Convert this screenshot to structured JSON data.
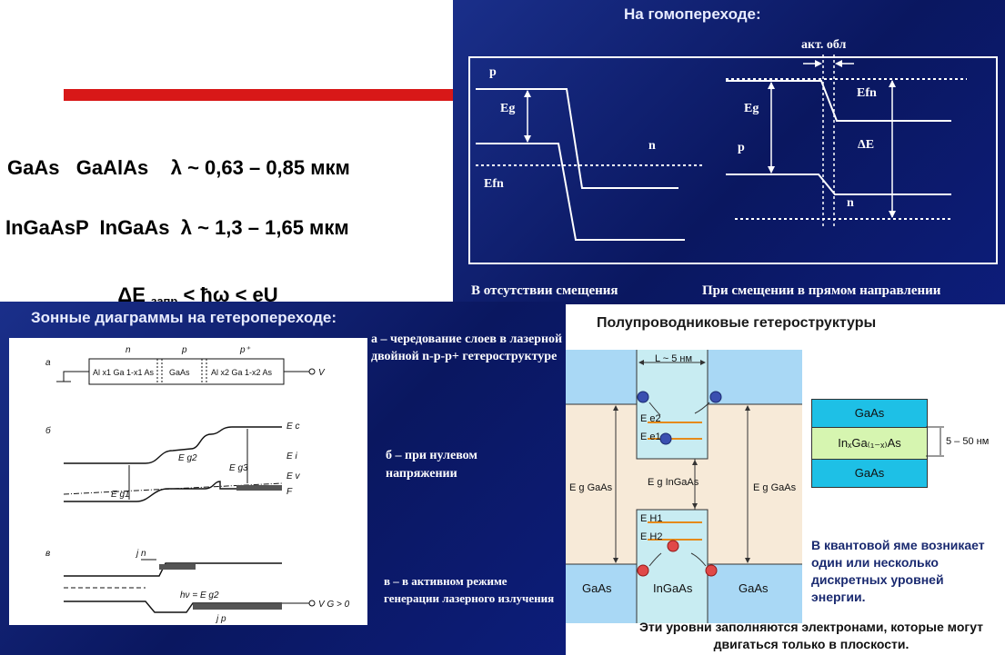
{
  "left_text": {
    "line1": "GaAs   GaAlAs    λ ~ 0,63 – 0,85 мкм",
    "line2": "InGaAsP  InGaAs  λ ~ 1,3 – 1,65 мкм",
    "line3_main": "ΔE ",
    "line3_sub": "запр",
    "line3_rest": " < ħω < eU"
  },
  "homo_panel": {
    "title": "На гомопереходе:",
    "left": {
      "p": "p",
      "eg": "Eg",
      "n": "n",
      "efn": "Efn"
    },
    "right": {
      "akt": "акт. обл",
      "eg": "Eg",
      "p": "p",
      "efn": "Efn",
      "de": "ΔE",
      "n": "n"
    },
    "caption_left": "В отсутствии смещения",
    "caption_right": "При смещении в прямом направлении"
  },
  "hetero_panel": {
    "title": "Зонные диаграммы на гетеропереходе:",
    "desc_a": "а – чередование слоев в лазерной двойной n-p-p+ гетероструктуре",
    "desc_b": "б – при нулевом напряжении",
    "desc_v": "в – в активном режиме генерации лазерного излучения",
    "fig": {
      "a": "а",
      "b": "б",
      "v": "в",
      "n": "n",
      "p": "p",
      "pplus": "p⁺",
      "layer1": "Al x1 Ga 1-x1 As",
      "layer2": "GaAs",
      "layer3": "Al x2 Ga 1-x2 As",
      "vg": "V",
      "ec": "E c",
      "ei": "E i",
      "ev": "E v",
      "f": "F",
      "eg1": "E g1",
      "eg2": "E g2",
      "eg3": "E g3",
      "jn": "j n",
      "jp": "j p",
      "hv": "hν = E g2",
      "vg0": "V G > 0"
    }
  },
  "qw_panel": {
    "title": "Полупроводниковые  гетероструктуры",
    "width_label": "L ~ 5 нм",
    "ee2": "E e2",
    "ee1": "E e1",
    "eg_inga": "E g InGaAs",
    "eg_gaas_l": "E g GaAs",
    "eg_gaas_r": "E g GaAs",
    "eh1": "E H1",
    "eh2": "E H2",
    "bottom_left": "GaAs",
    "bottom_mid": "InGaAs",
    "bottom_right": "GaAs",
    "stack_top": "GaAs",
    "stack_mid": "InₓGa₍₁₋ₓ₎As",
    "stack_bot": "GaAs",
    "stack_thickness": "5 – 50 нм",
    "note": "В квантовой яме возникает один или несколько дискретных уровней энергии.",
    "footer": "Эти уровни заполняются электронами, которые могут двигаться только в плоскости."
  },
  "colors": {
    "red_bar": "#d81818",
    "navy": "#0f1c78",
    "qw_blue": "#a9d8f5",
    "qw_beige": "#f7ead8",
    "orange": "#e58a1a"
  }
}
